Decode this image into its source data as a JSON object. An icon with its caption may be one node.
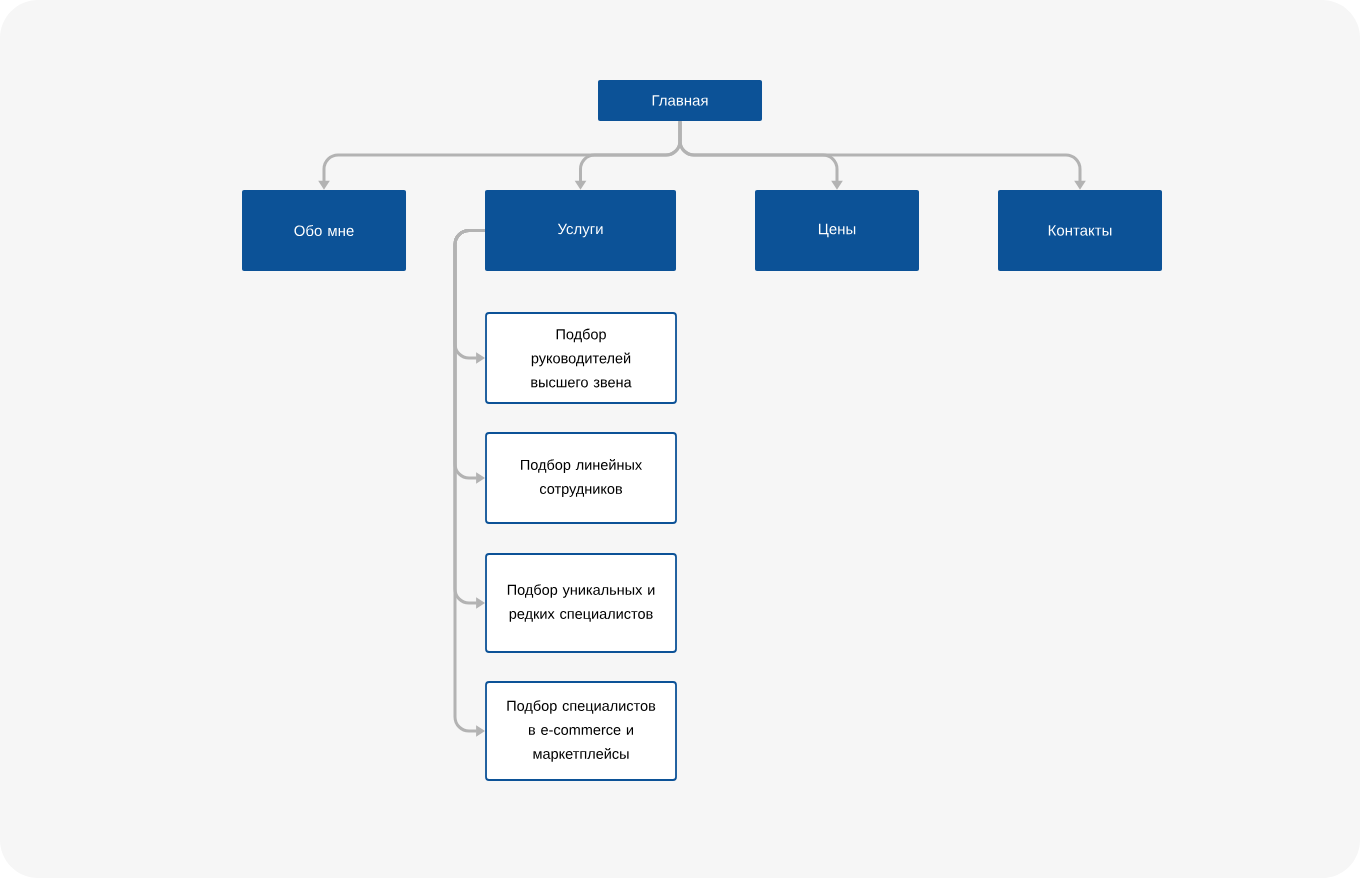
{
  "diagram": {
    "nodes": [
      {
        "text": [
          "Главная"
        ]
      },
      {
        "text": [
          "Обо мне"
        ]
      },
      {
        "text": [
          "Услуги"
        ]
      },
      {
        "text": [
          "Цены"
        ]
      },
      {
        "text": [
          "Контакты"
        ]
      },
      {
        "text": [
          "Подбор руководителей высшего звена"
        ]
      },
      {
        "text": [
          "Подбор линейных сотрудников"
        ]
      },
      {
        "text": [
          "Подбор уникальных и редких специалистов"
        ]
      },
      {
        "text": [
          "Подбор специалистов в e-commerce и маркетплейсы"
        ]
      }
    ],
    "edges": [
      {
        "from": 0,
        "to": 1,
        "arrow": "to"
      },
      {
        "from": 0,
        "to": 2,
        "arrow": "to"
      },
      {
        "from": 0,
        "to": 3,
        "arrow": "to"
      },
      {
        "from": 0,
        "to": 4,
        "arrow": "to"
      },
      {
        "from": 2,
        "to": 5,
        "arrow": "to"
      },
      {
        "from": 2,
        "to": 6,
        "arrow": "to"
      },
      {
        "from": 2,
        "to": 7,
        "arrow": "to"
      },
      {
        "from": 2,
        "to": 8,
        "arrow": "to"
      }
    ]
  }
}
